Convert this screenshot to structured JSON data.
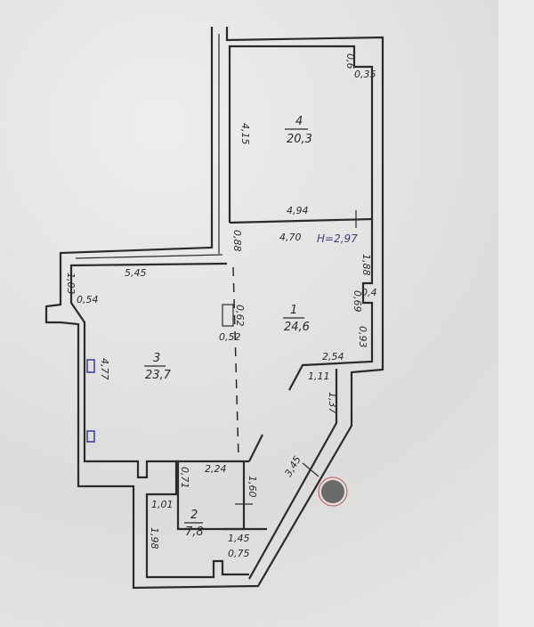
{
  "plan": {
    "rooms": [
      {
        "number": "1",
        "area": "24,6"
      },
      {
        "number": "2",
        "area": "7,8"
      },
      {
        "number": "3",
        "area": "23,7"
      },
      {
        "number": "4",
        "area": "20,3"
      }
    ],
    "height_label": "H=2,97",
    "dimensions": {
      "d_494": "4,94",
      "d_470": "4,70",
      "d_415": "4,15",
      "d_06": "0,6",
      "d_035": "0,35",
      "d_088": "0,88",
      "d_188": "1,88",
      "d_545": "5,45",
      "d_103": "1,03",
      "d_054": "0,54",
      "d_062": "0,62",
      "d_052": "0,52",
      "d_069": "0,69",
      "d_04": "0,4",
      "d_093": "0,93",
      "d_254": "2,54",
      "d_111": "1,11",
      "d_137": "1,37",
      "d_477": "4,77",
      "d_345": "3,45",
      "d_224": "2,24",
      "d_071": "0,71",
      "d_160": "1,60",
      "d_101": "1,01",
      "d_198": "1,98",
      "d_145": "1,45",
      "d_075": "0,75"
    },
    "colors": {
      "ink": "#2b2b2b",
      "radiator": "#3a3a9a",
      "stamp": "#c05060",
      "height_ink": "#4a3a7a"
    }
  }
}
